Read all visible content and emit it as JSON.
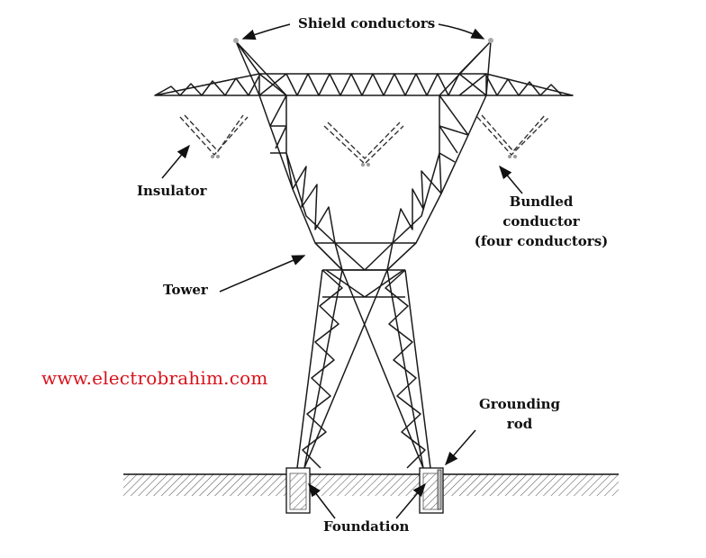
{
  "labels": {
    "shield_conductors": "Shield conductors",
    "insulator": "Insulator",
    "bundled_line1": "Bundled",
    "bundled_line2": "conductor",
    "bundled_line3": "(four conductors)",
    "tower": "Tower",
    "grounding_line1": "Grounding",
    "grounding_line2": "rod",
    "foundation": "Foundation"
  },
  "watermark": "www.electrobrahim.com",
  "colors": {
    "line": "#1a1a1a",
    "watermark": "#d8121b",
    "hatch": "#555555"
  }
}
